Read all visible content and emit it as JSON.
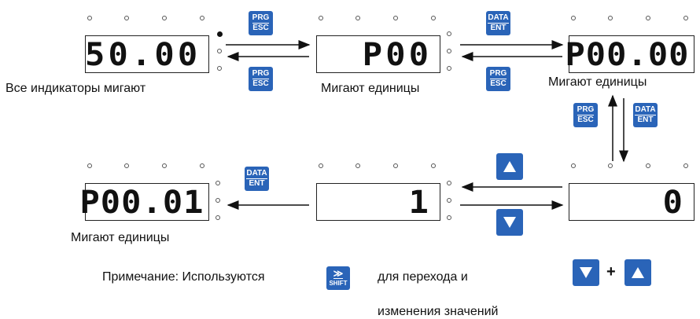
{
  "displays": {
    "d1": "50.00",
    "d2": "P00",
    "d3": "P00.00",
    "d4": "P00.01",
    "d5": "1",
    "d6": "0"
  },
  "captions": {
    "all_blink": "Все индикаторы мигают",
    "units_blink_1": "Мигают единицы",
    "units_blink_2": "Мигают единицы",
    "units_blink_3": "Мигают единицы"
  },
  "keys": {
    "prg_top": "PRG",
    "esc_bottom": "ESC",
    "data_top": "DATA",
    "ent_bottom": "ENT",
    "shift_top": "≫",
    "shift_bottom": "SHIFT"
  },
  "note": {
    "prefix": "Примечание: Используются",
    "suffix": "для перехода и",
    "line2": "изменения значений"
  },
  "colors": {
    "key_blue": "#2a64b8",
    "line": "#111111"
  },
  "icons": {
    "up": "up-triangle-icon",
    "down": "down-triangle-icon",
    "shift": "shift-icon"
  }
}
